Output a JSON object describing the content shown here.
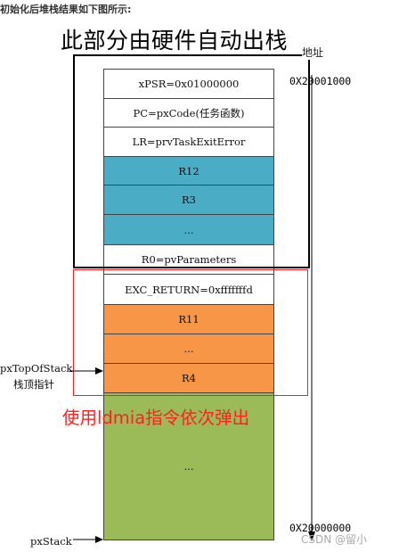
{
  "intro_text": "初始化后堆栈结果如下图所示:",
  "big_title": "此部分由硬件自动出栈",
  "address_title": "地址",
  "address_top": "0X20001000",
  "address_bottom": "0X20000000",
  "cells": [
    {
      "label": "xPSR=0x01000000",
      "fill": "white"
    },
    {
      "label": "PC=pxCode(任务函数)",
      "fill": "white"
    },
    {
      "label": "LR=prvTaskExitError",
      "fill": "white"
    },
    {
      "label": "R12",
      "fill": "blue"
    },
    {
      "label": "R3",
      "fill": "blue"
    },
    {
      "label": "...",
      "fill": "blue"
    },
    {
      "label": "R0=pvParameters",
      "fill": "white"
    },
    {
      "label": "EXC_RETURN=0xfffffffd",
      "fill": "white"
    },
    {
      "label": "R11",
      "fill": "orange"
    },
    {
      "label": "...",
      "fill": "orange"
    },
    {
      "label": "R4",
      "fill": "orange"
    },
    {
      "label": "...",
      "fill": "green"
    }
  ],
  "red_caption": "使用ldmia指令依次弹出",
  "top_of_stack_label_1": "pxTopOfStack",
  "top_of_stack_label_2": "栈顶指针",
  "stack_label": "pxStack",
  "watermark": "CSDN @留小"
}
